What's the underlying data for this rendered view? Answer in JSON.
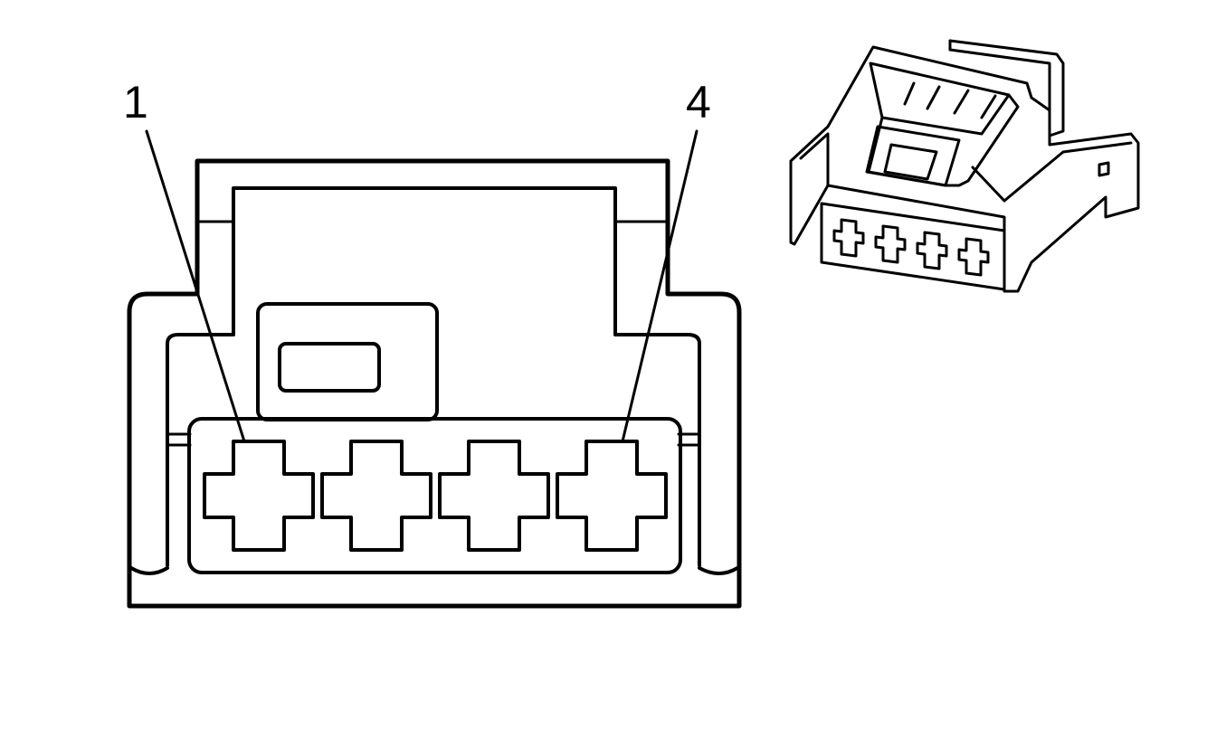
{
  "diagram": {
    "pin_labels": [
      {
        "id": "pin-1",
        "text": "1"
      },
      {
        "id": "pin-4",
        "text": "4"
      }
    ],
    "terminal_count": 4
  },
  "colors": {
    "stroke": "#000000",
    "background": "#ffffff"
  }
}
